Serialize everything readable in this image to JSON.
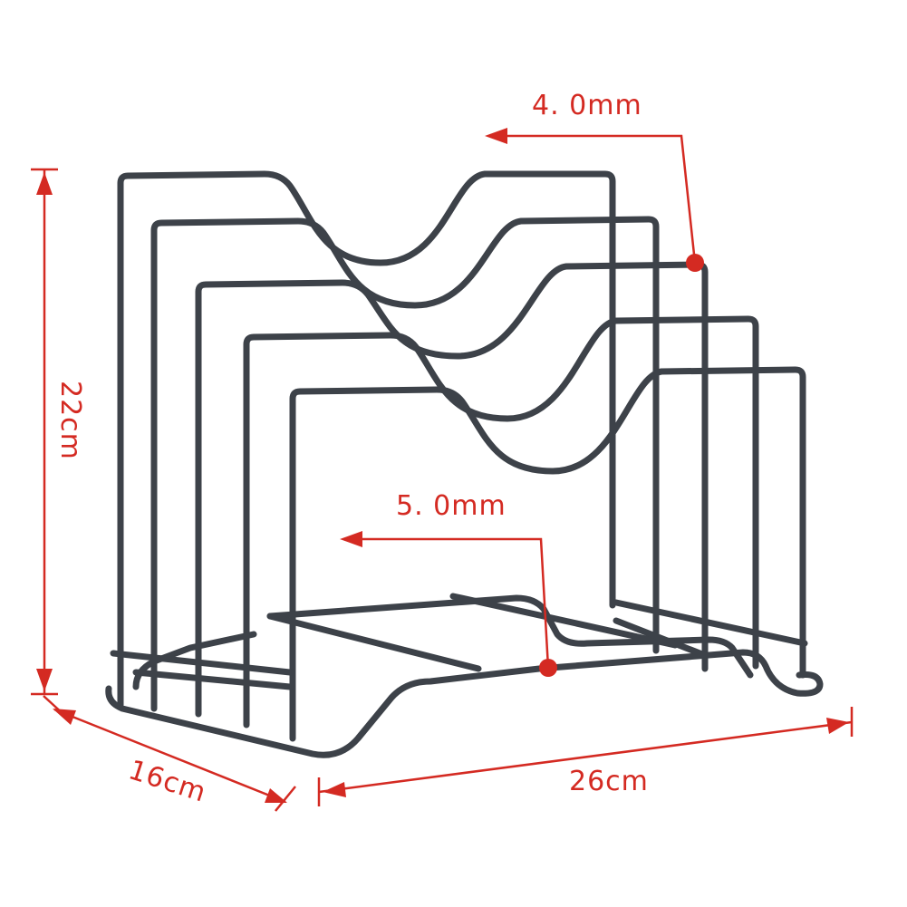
{
  "colors": {
    "wire": "#3d4249",
    "dimension": "#d42a22",
    "background": "#ffffff"
  },
  "dimensions": {
    "height": "22cm",
    "depth": "16cm",
    "width": "26cm"
  },
  "callouts": {
    "top_wire": "4. 0mm",
    "base_wire": "5. 0mm"
  }
}
